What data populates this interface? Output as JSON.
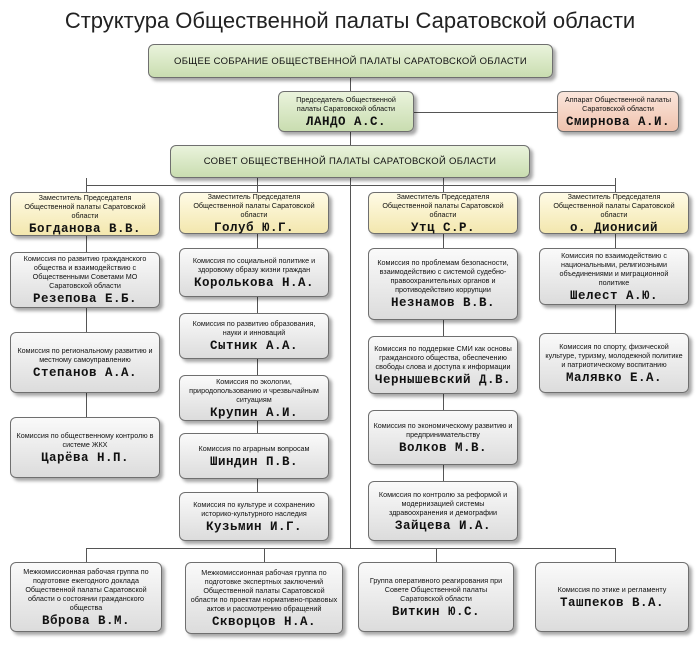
{
  "title": "Структура Общественной палаты Саратовской области",
  "assembly": "ОБЩЕЕ СОБРАНИЕ ОБЩЕСТВЕННОЙ ПАЛАТЫ САРАТОВСКОЙ ОБЛАСТИ",
  "chairman": {
    "role": "Председатель Общественной палаты Саратовской области",
    "name": "ЛАНДО А.С."
  },
  "apparatus": {
    "role": "Аппарат Общественной палаты Саратовской области",
    "name": "Смирнова А.И."
  },
  "council": "СОВЕТ ОБЩЕСТВЕННОЙ ПАЛАТЫ САРАТОВСКОЙ ОБЛАСТИ",
  "deputies": [
    {
      "role": "Заместитель Председателя Общественной палаты Саратовской области",
      "name": "Богданова В.В."
    },
    {
      "role": "Заместитель Председателя Общественной палаты Саратовской области",
      "name": "Голуб Ю.Г."
    },
    {
      "role": "Заместитель Председателя Общественной палаты Саратовской области",
      "name": "Утц С.Р."
    },
    {
      "role": "Заместитель Председателя Общественной палаты Саратовской области",
      "name": "о. Дионисий"
    }
  ],
  "col1": [
    {
      "text": "Комиссия по развитию гражданского общества и взаимодействию с Общественными Советами МО Саратовской области",
      "name": "Резепова Е.Б."
    },
    {
      "text": "Комиссия по региональному развитию и местному самоуправлению",
      "name": "Степанов А.А."
    },
    {
      "text": "Комиссия по общественному контролю в системе ЖКХ",
      "name": "Царёва Н.П."
    }
  ],
  "col2": [
    {
      "text": "Комиссия по социальной политике и здоровому образу жизни граждан",
      "name": "Королькова Н.А."
    },
    {
      "text": "Комиссия по развитию образования, науки и инноваций",
      "name": "Сытник А.А."
    },
    {
      "text": "Комиссия по экологии, природопользованию и чрезвычайным ситуациям",
      "name": "Крупин А.И."
    },
    {
      "text": "Комиссия по аграрным вопросам",
      "name": "Шиндин П.В."
    },
    {
      "text": "Комиссия по культуре и сохранению историко-культурного наследия",
      "name": "Кузьмин И.Г."
    }
  ],
  "col3": [
    {
      "text": "Комиссия по проблемам безопасности, взаимодействию с системой судебно-правоохранительных органов и противодействию коррупции",
      "name": "Незнамов В.В."
    },
    {
      "text": "Комиссия по поддержке СМИ как основы гражданского общества, обеспечению свободы слова и доступа к информации",
      "name": "Чернышевский Д.В."
    },
    {
      "text": "Комиссия по экономическому развитию и предпринимательству",
      "name": "Волков М.В."
    },
    {
      "text": "Комиссия по контролю за реформой и модернизацией системы здравоохранения и демографии",
      "name": "Зайцева И.А."
    }
  ],
  "col4": [
    {
      "text": "Комиссия по взаимодействию с национальными, религиозными объединениями и миграционной политике",
      "name": "Шелест А.Ю."
    },
    {
      "text": "Комиссия по спорту, физической культуре, туризму, молодежной политике и патриотическому воспитанию",
      "name": "Малявко Е.А."
    }
  ],
  "bottom": [
    {
      "text": "Межкомиссионная рабочая группа по подготовке ежегодного доклада Общественной палаты Саратовской области о состоянии гражданского общества",
      "name": "Вброва В.М."
    },
    {
      "text": "Межкомиссионная рабочая группа по подготовке экспертных заключений Общественной палаты Саратовской области по проектам нормативно-правовых актов и рассмотрению обращений",
      "name": "Скворцов Н.А."
    },
    {
      "text": "Группа оперативного реагирования при Совете Общественной палаты Саратовской области",
      "name": "Виткин Ю.С."
    },
    {
      "text": "Комиссия по этике и регламенту",
      "name": "Ташпеков В.А."
    }
  ]
}
